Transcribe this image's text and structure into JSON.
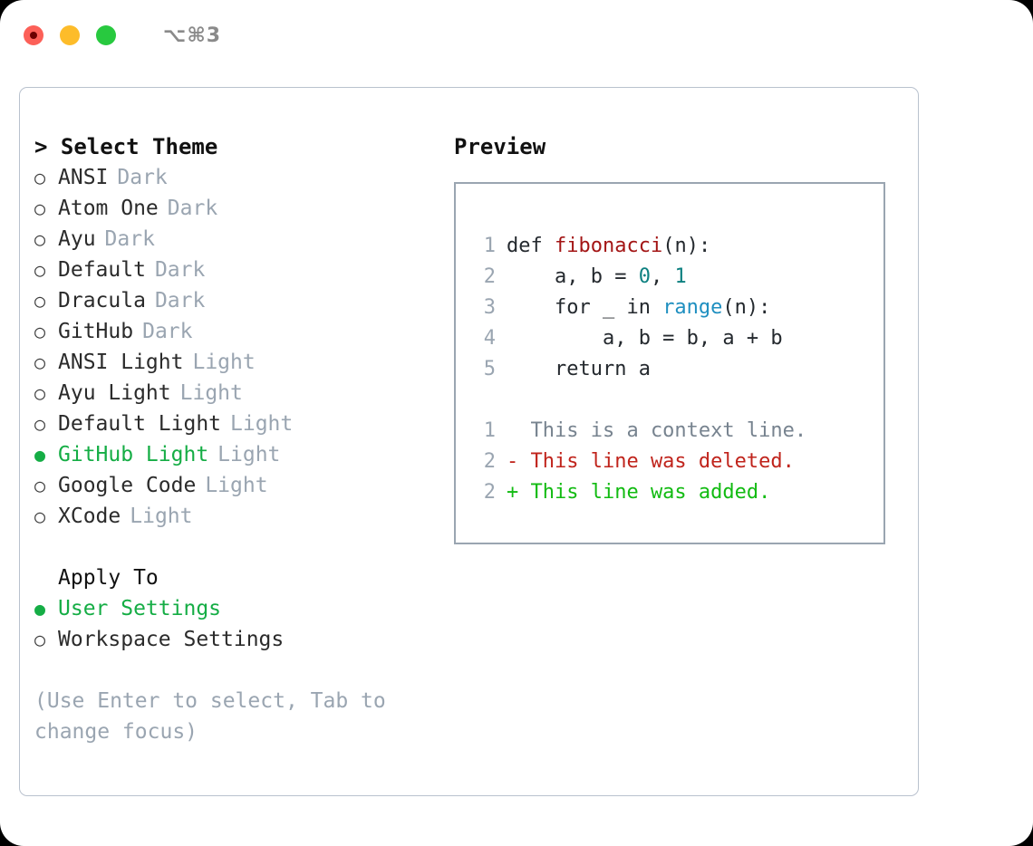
{
  "titlebar": {
    "shortcut": "⌥⌘3",
    "lights": [
      {
        "name": "close",
        "color": "#fc6058"
      },
      {
        "name": "minimize",
        "color": "#fdbc2a"
      },
      {
        "name": "maximize",
        "color": "#28c93f"
      }
    ]
  },
  "theme_section": {
    "header": "> Select Theme",
    "prompt_symbol": ">",
    "selected_theme": "GitHub Light",
    "bullet_selected": "●",
    "bullet_unselected": "○",
    "items": [
      {
        "label": "ANSI",
        "tag": "Dark",
        "selected": false
      },
      {
        "label": "Atom One",
        "tag": "Dark",
        "selected": false
      },
      {
        "label": "Ayu",
        "tag": "Dark",
        "selected": false
      },
      {
        "label": "Default",
        "tag": "Dark",
        "selected": false
      },
      {
        "label": "Dracula",
        "tag": "Dark",
        "selected": false
      },
      {
        "label": "GitHub",
        "tag": "Dark",
        "selected": false
      },
      {
        "label": "ANSI Light",
        "tag": "Light",
        "selected": false
      },
      {
        "label": "Ayu Light",
        "tag": "Light",
        "selected": false
      },
      {
        "label": "Default Light",
        "tag": "Light",
        "selected": false
      },
      {
        "label": "GitHub Light",
        "tag": "Light",
        "selected": true
      },
      {
        "label": "Google Code",
        "tag": "Light",
        "selected": false
      },
      {
        "label": "XCode",
        "tag": "Light",
        "selected": false
      }
    ]
  },
  "apply_to": {
    "title": "Apply To",
    "selected": "User Settings",
    "items": [
      {
        "label": "User Settings",
        "selected": true
      },
      {
        "label": "Workspace Settings",
        "selected": false
      }
    ]
  },
  "hint": "(Use Enter to select, Tab to change focus)",
  "preview": {
    "title": "Preview",
    "code_lines": [
      {
        "n": "1",
        "parts": [
          {
            "t": "def ",
            "cls": "code-text"
          },
          {
            "t": "fibonacci",
            "cls": "tok-fn"
          },
          {
            "t": "(n):",
            "cls": "code-text"
          }
        ]
      },
      {
        "n": "2",
        "parts": [
          {
            "t": "    a, b = ",
            "cls": "code-text"
          },
          {
            "t": "0",
            "cls": "tok-num"
          },
          {
            "t": ", ",
            "cls": "code-text"
          },
          {
            "t": "1",
            "cls": "tok-num"
          }
        ]
      },
      {
        "n": "3",
        "parts": [
          {
            "t": "    for _ in ",
            "cls": "code-text"
          },
          {
            "t": "range",
            "cls": "tok-call"
          },
          {
            "t": "(n):",
            "cls": "code-text"
          }
        ]
      },
      {
        "n": "4",
        "parts": [
          {
            "t": "        a, b = b, a + b",
            "cls": "code-text"
          }
        ]
      },
      {
        "n": "5",
        "parts": [
          {
            "t": "    return a",
            "cls": "code-text"
          }
        ]
      }
    ],
    "diff_lines": [
      {
        "n": "1",
        "marker": " ",
        "text": "  This is a context line.",
        "cls": "diff-ctx"
      },
      {
        "n": "2",
        "marker": "-",
        "text": "- This line was deleted.",
        "cls": "diff-del"
      },
      {
        "n": "2",
        "marker": "+",
        "text": "+ This line was added.",
        "cls": "diff-add"
      }
    ]
  },
  "colors": {
    "accent_green": "#15ad45",
    "muted": "#9aa5b1",
    "border": "#b9c2ce",
    "preview_border": "#9aa5b1",
    "syntax_function": "#a31515",
    "syntax_number": "#0d8080",
    "syntax_call": "#1f8fc0",
    "diff_added": "#12bb12",
    "diff_deleted": "#c0241c",
    "diff_context": "#77838f"
  }
}
